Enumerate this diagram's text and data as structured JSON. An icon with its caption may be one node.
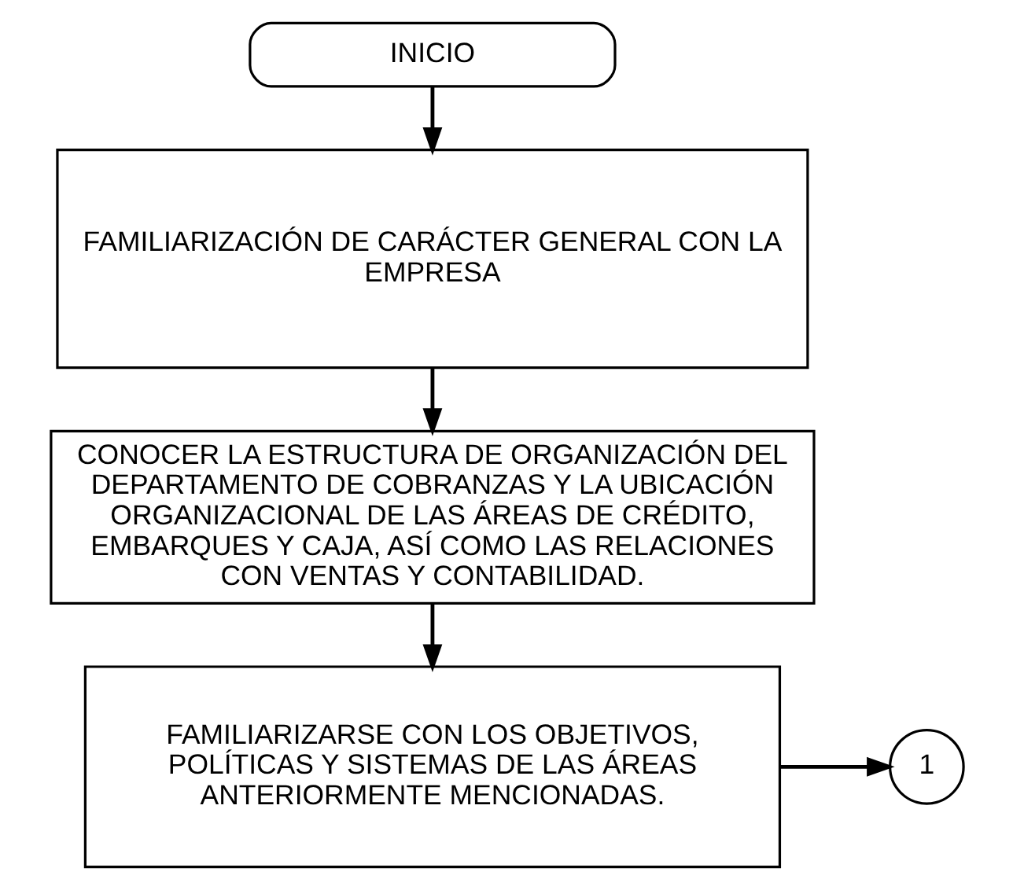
{
  "diagram": {
    "nodes": [
      {
        "text": [
          "INICIO"
        ]
      },
      {
        "text": [
          "FAMILIARIZACIÓN DE CARÁCTER GENERAL CON LA EMPRESA"
        ]
      },
      {
        "text": [
          "CONOCER LA ESTRUCTURA DE ORGANIZACIÓN DEL DEPARTAMENTO DE COBRANZAS Y LA UBICACIÓN ORGANIZACIONAL DE LAS ÁREAS DE CRÉDITO, EMBARQUES Y CAJA, ASÍ COMO LAS RELACIONES CON VENTAS Y CONTABILIDAD."
        ]
      },
      {
        "text": [
          "FAMILIARIZARSE CON LOS OBJETIVOS, POLÍTICAS Y SISTEMAS DE LAS ÁREAS ANTERIORMENTE MENCIONADAS."
        ]
      },
      {
        "text": [
          "1"
        ]
      }
    ],
    "edges": [
      {
        "from": 0,
        "to": 1,
        "arrow": "to"
      },
      {
        "from": 1,
        "to": 2,
        "arrow": "to"
      },
      {
        "from": 2,
        "to": 3,
        "arrow": "to"
      },
      {
        "from": 3,
        "to": 4,
        "arrow": "to"
      }
    ]
  }
}
